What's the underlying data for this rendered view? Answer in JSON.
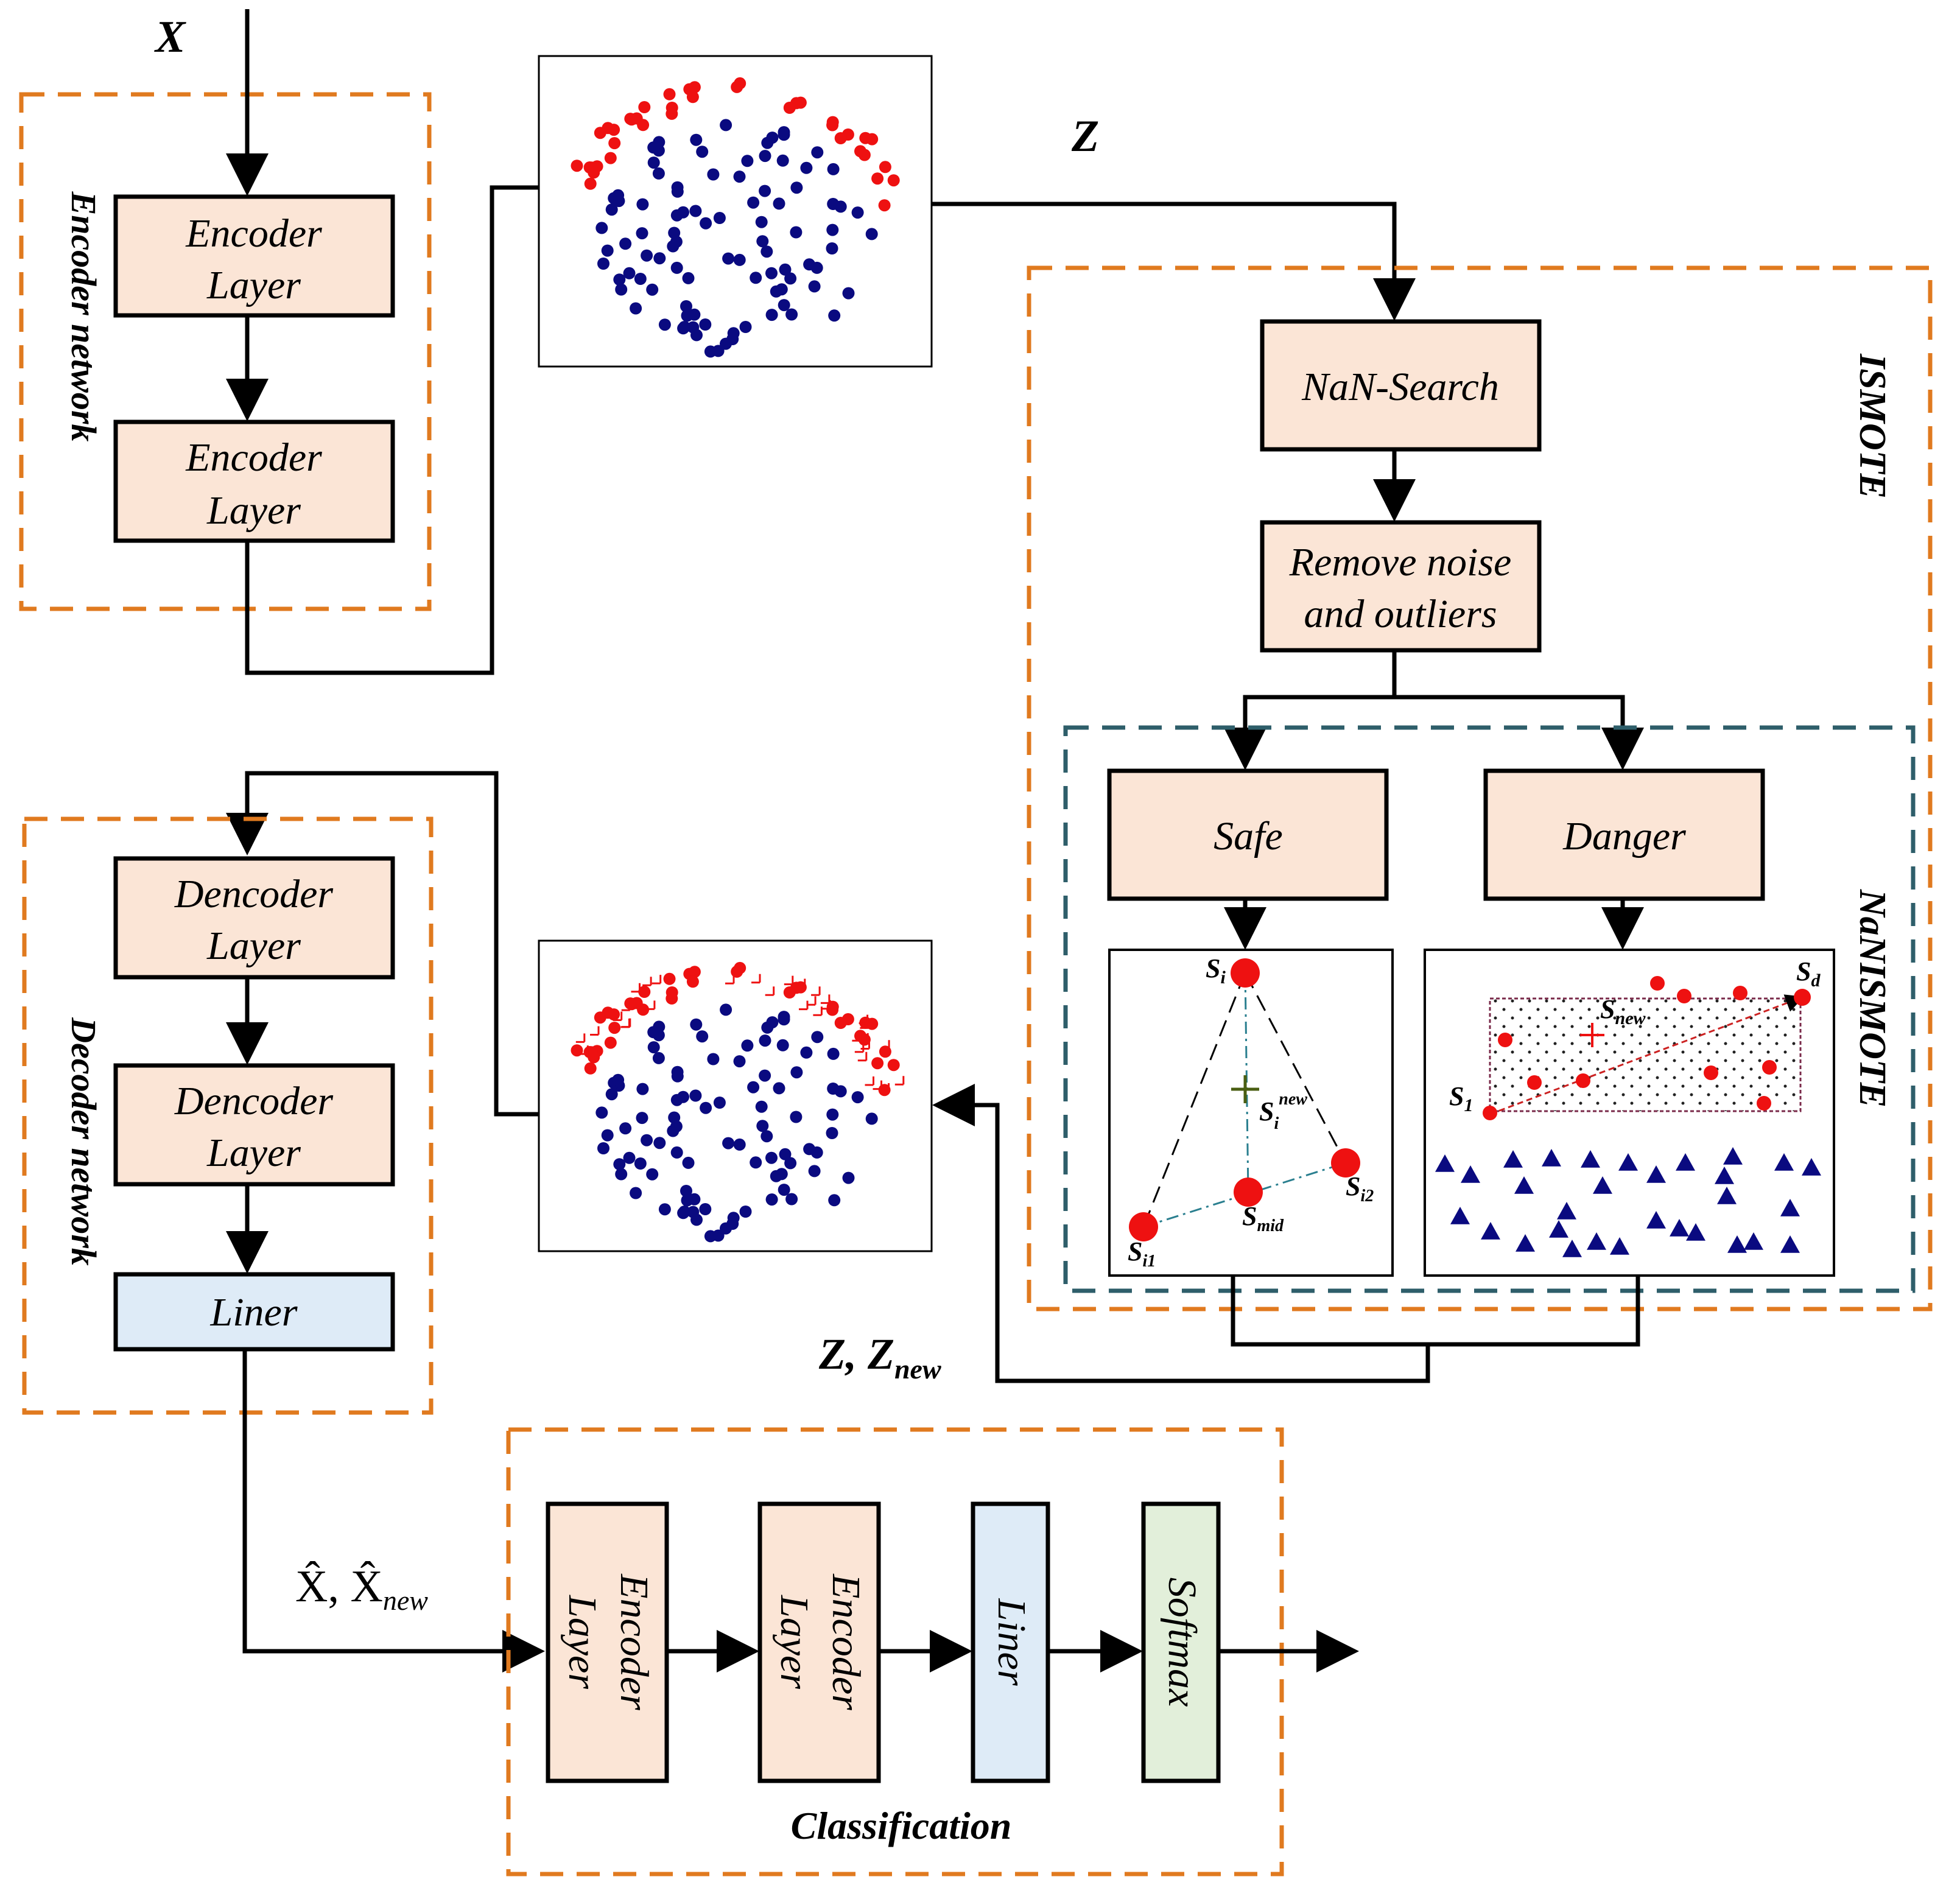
{
  "colors": {
    "orange_dash": "#E07A1F",
    "teal_dash": "#2E5E6A",
    "box_peach": "#FBE5D6",
    "box_blue": "#DEEBF7",
    "box_green": "#E2EFDA",
    "dot_red": "#EE1111",
    "dot_navy": "#0A0A80",
    "line": "#000000"
  },
  "inputs": {
    "x": "X",
    "z": "Z",
    "z_new_base": "Z, Z",
    "z_new_sub": "new",
    "xhat": "X̂, X̂",
    "xhat_sub": "new"
  },
  "encoder": {
    "title": "Encoder network",
    "layer1": [
      "Encoder",
      "Layer"
    ],
    "layer2": [
      "Encoder",
      "Layer"
    ]
  },
  "decoder": {
    "title": "Decoder network",
    "layer1": [
      "Dencoder",
      "Layer"
    ],
    "layer2": [
      "Dencoder",
      "Layer"
    ],
    "liner": "Liner"
  },
  "ismote": {
    "title": "ISMOTE",
    "nan_search": "NaN-Search",
    "remove_noise": [
      "Remove noise",
      "and outliers"
    ],
    "nanismote_title": "NaNISMOTE",
    "safe": "Safe",
    "danger": "Danger"
  },
  "safe_panel": {
    "si": "S",
    "si_sub": "i",
    "si_new": "S",
    "si_new_sub": "i",
    "si_new_sup": "new",
    "si1": "S",
    "si1_sub": "i1",
    "si2": "S",
    "si2_sub": "i2",
    "smid": "S",
    "smid_sub": "mid"
  },
  "danger_panel": {
    "s1": "S",
    "s1_sub": "1",
    "sd": "S",
    "sd_sub": "d",
    "snew": "S",
    "snew_sub": "new"
  },
  "classification": {
    "title": "Classification",
    "enc1": [
      "Encoder",
      "Layer"
    ],
    "enc2": [
      "Encoder",
      "Layer"
    ],
    "liner": "Liner",
    "softmax": "Softmax"
  }
}
